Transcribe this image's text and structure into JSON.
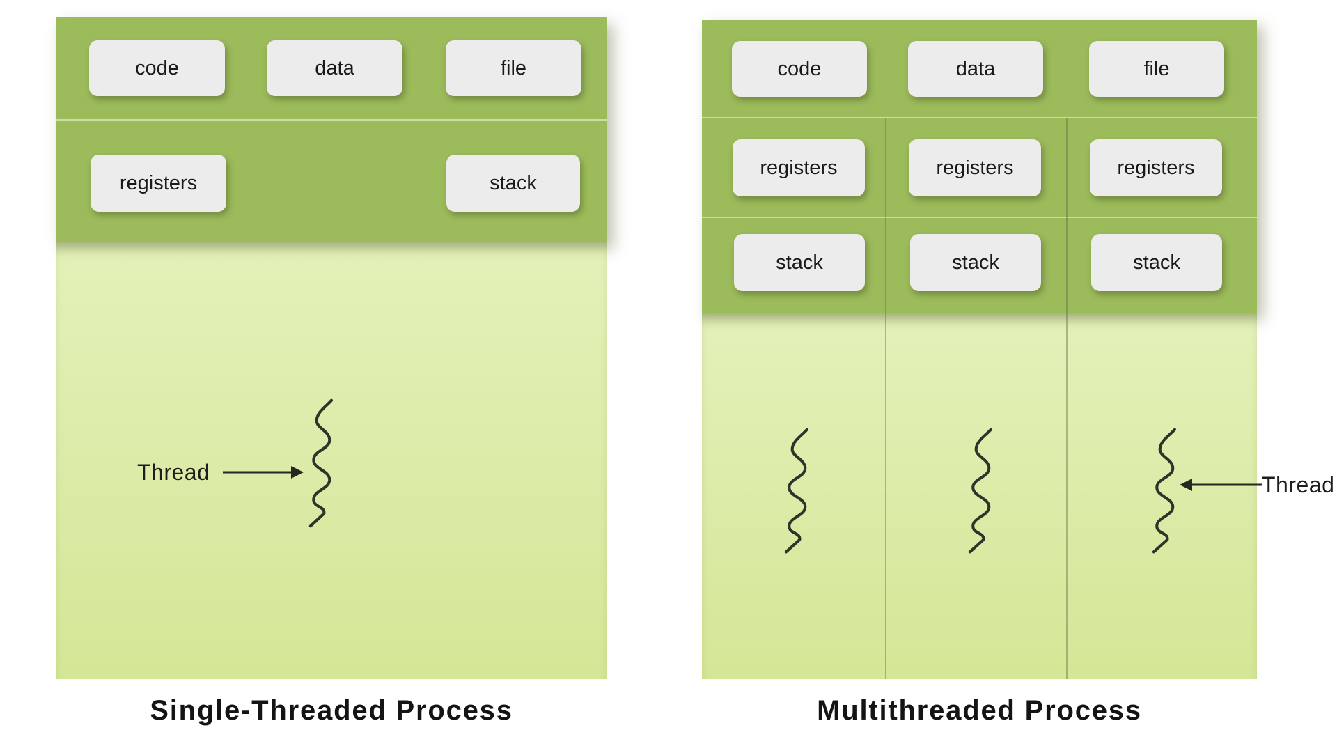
{
  "colors": {
    "panel_dark": "#9cbb5b",
    "panel_light_top": "#e4f1b9",
    "panel_light_bottom": "#d4e796",
    "box_bg": "#ececec",
    "box_text": "#1a1a1a",
    "line": "#2d342a",
    "caption_text": "#141414"
  },
  "icons": {
    "thread_squiggle_icon": "vertical wavy line (〜)",
    "arrow_right_icon": "→ filled triangle arrow pointing right",
    "arrow_left_icon": "← filled triangle arrow pointing left"
  },
  "left_panel": {
    "caption": "Single-Threaded Process",
    "header_boxes": [
      "code",
      "data",
      "file"
    ],
    "row2_boxes": [
      "registers",
      "stack"
    ],
    "thread_label": "Thread",
    "thread_count": 1
  },
  "right_panel": {
    "caption": "Multithreaded Process",
    "header_boxes": [
      "code",
      "data",
      "file"
    ],
    "registers_boxes": [
      "registers",
      "registers",
      "registers"
    ],
    "stack_boxes": [
      "stack",
      "stack",
      "stack"
    ],
    "thread_label": "Thread",
    "thread_count": 3
  }
}
